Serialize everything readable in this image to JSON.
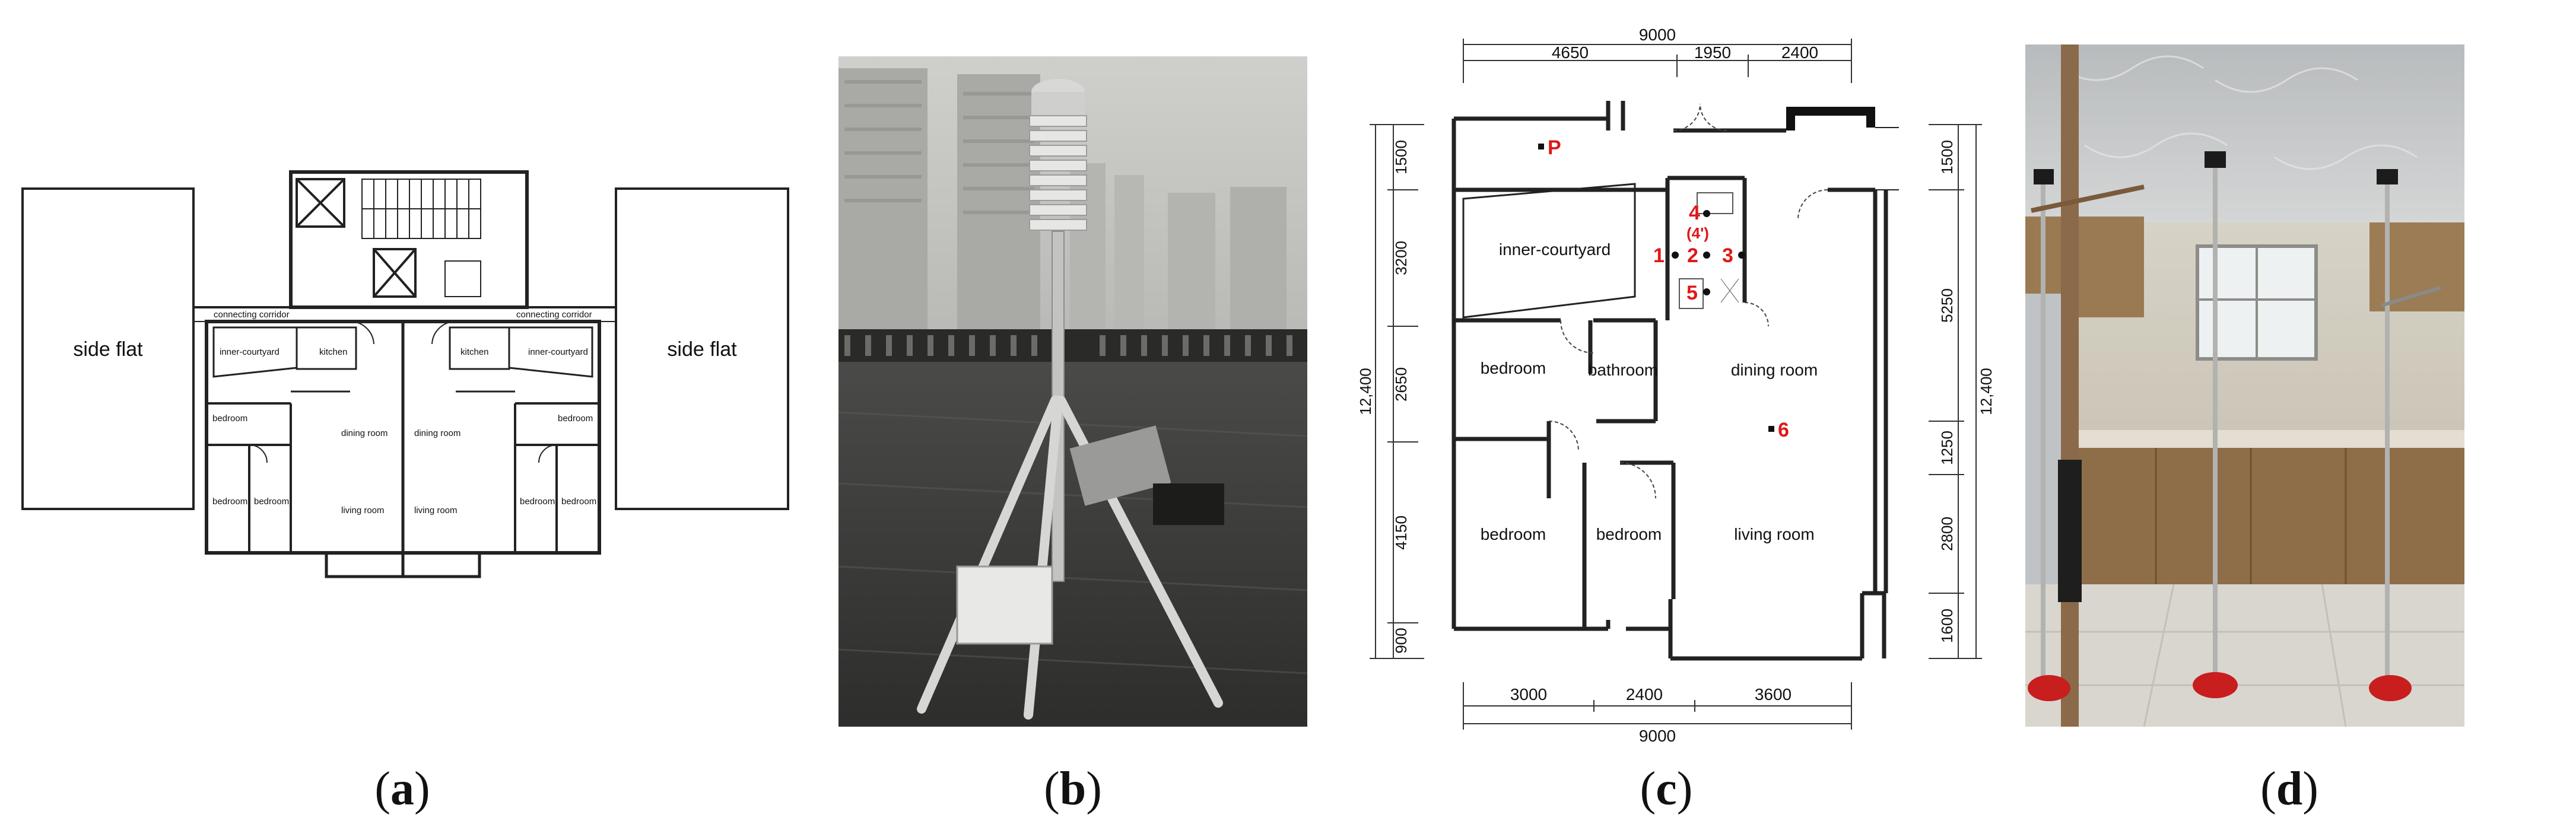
{
  "captions": {
    "a": {
      "open": "(",
      "letter": "a",
      "close": ")"
    },
    "b": {
      "open": "(",
      "letter": "b",
      "close": ")"
    },
    "c": {
      "open": "(",
      "letter": "c",
      "close": ")"
    },
    "d": {
      "open": "(",
      "letter": "d",
      "close": ")"
    }
  },
  "panel_a": {
    "side_flat_left": "side flat",
    "side_flat_right": "side flat",
    "corridor_left": "connecting corridor",
    "corridor_right": "connecting corridor",
    "courtyard_left": "inner-courtyard",
    "courtyard_right": "inner-courtyard",
    "kitchen_left": "kitchen",
    "kitchen_right": "kitchen",
    "dining_left": "dining room",
    "dining_right": "dining room",
    "living_left": "living room",
    "living_right": "living room",
    "bedroom_tl": "bedroom",
    "bedroom_bl1": "bedroom",
    "bedroom_bl2": "bedroom",
    "bedroom_tr": "bedroom",
    "bedroom_br1": "bedroom",
    "bedroom_br2": "bedroom"
  },
  "panel_c": {
    "dim_top_total": "9000",
    "dim_top_1": "4650",
    "dim_top_2": "1950",
    "dim_top_3": "2400",
    "dim_bottom_1": "3000",
    "dim_bottom_2": "2400",
    "dim_bottom_3": "3600",
    "dim_bottom_total": "9000",
    "dim_left_1": "1500",
    "dim_left_2": "3200",
    "dim_left_3": "2650",
    "dim_left_4": "4150",
    "dim_left_5": "900",
    "dim_left_total": "12,400",
    "dim_right_1": "1500",
    "dim_right_2": "5250",
    "dim_right_3": "1250",
    "dim_right_4": "2800",
    "dim_right_5": "1600",
    "dim_right_total": "12,400",
    "room_courtyard": "inner-courtyard",
    "room_bedroom_1": "bedroom",
    "room_bathroom": "bathroom",
    "room_dining": "dining room",
    "room_bedroom_2": "bedroom",
    "room_bedroom_3": "bedroom",
    "room_living": "living room",
    "point_p": "P",
    "point_1": "1",
    "point_2": "2",
    "point_3": "3",
    "point_4": "4",
    "point_4p": "(4')",
    "point_5": "5",
    "point_6": "6",
    "marker_color": "#e01818"
  }
}
